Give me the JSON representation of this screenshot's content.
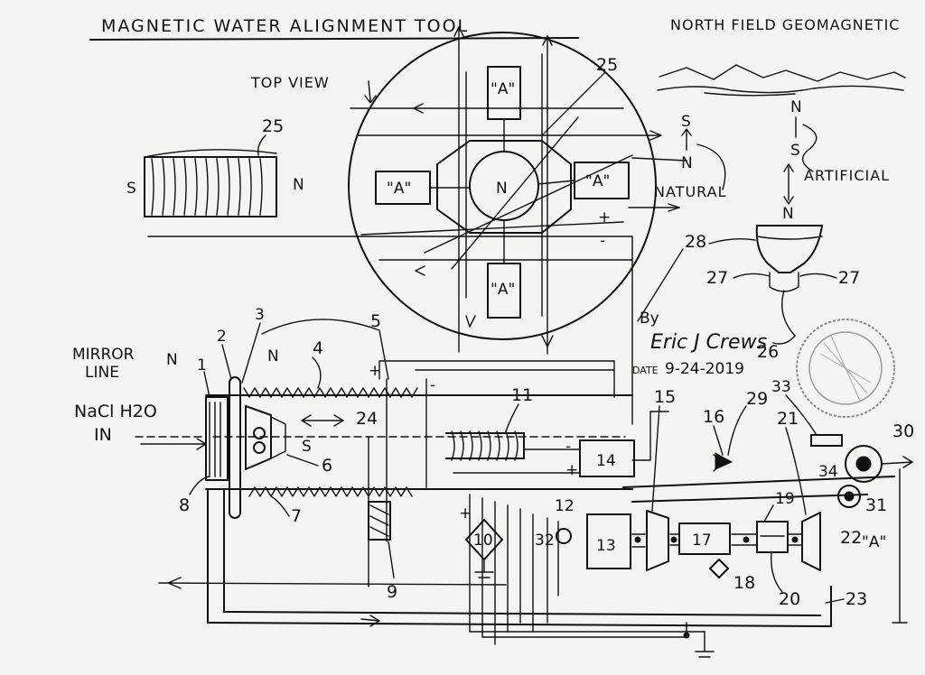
{
  "title": "MAGNETIC WATER ALIGNMENT TOOL",
  "geo_title": "NORTH FIELD GEOMAGNETIC",
  "top_view": "TOP VIEW",
  "mirror_line": [
    "MIRROR",
    "LINE"
  ],
  "inlet": [
    "NaCl H2O",
    "IN"
  ],
  "natural": "NATURAL",
  "artificial": "ARTIFICIAL",
  "author": {
    "by": "By",
    "name": "Eric J Crews",
    "date_label": "DATE",
    "date": "9-24-2019"
  },
  "pole_labels": {
    "n": "N",
    "s": "S"
  },
  "magnet_label": "\"A\"",
  "plus": "+",
  "minus": "-",
  "cross_section_label": "\"A\"",
  "callouts": {
    "c1": "1",
    "c2": "2",
    "c3": "3",
    "c4": "4",
    "c5": "5",
    "c6": "6",
    "c7": "7",
    "c8": "8",
    "c9": "9",
    "c10": "10",
    "c11": "11",
    "c12": "12",
    "c13": "13",
    "c14": "14",
    "c15": "15",
    "c16": "16",
    "c17": "17",
    "c18": "18",
    "c19": "19",
    "c20": "20",
    "c21": "21",
    "c22": "22",
    "c23": "23",
    "c24": "24",
    "c25a": "25",
    "c25b": "25",
    "c26": "26",
    "c27a": "27",
    "c27b": "27",
    "c28": "28",
    "c29": "29",
    "c30": "30",
    "c31": "31",
    "c32": "32",
    "c33": "33",
    "c34": "34"
  }
}
